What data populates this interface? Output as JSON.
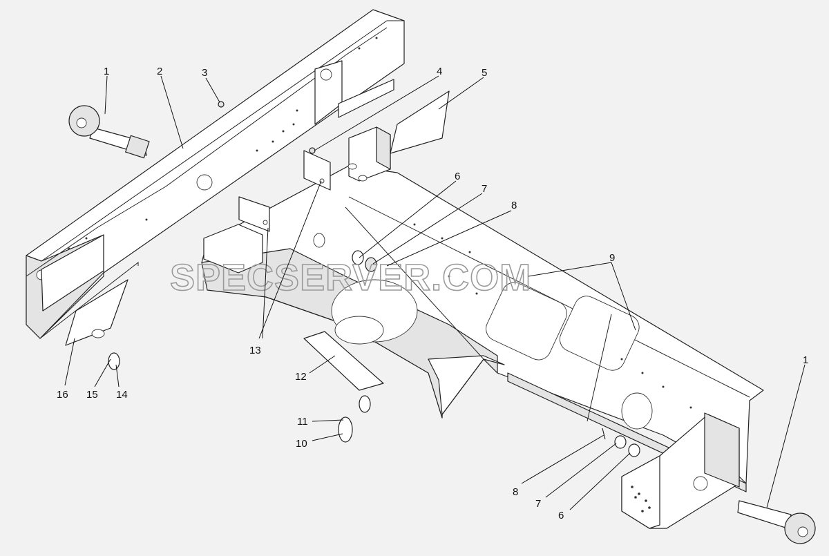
{
  "watermark": "SPECSERVER.COM",
  "callouts": {
    "c1a": "1",
    "c2": "2",
    "c3": "3",
    "c4": "4",
    "c5": "5",
    "c6a": "6",
    "c7a": "7",
    "c8a": "8",
    "c9": "9",
    "c10": "10",
    "c11": "11",
    "c12": "12",
    "c13": "13",
    "c14": "14",
    "c15": "15",
    "c16": "16",
    "c1b": "1",
    "c8b": "8",
    "c7b": "7",
    "c6b": "6"
  }
}
